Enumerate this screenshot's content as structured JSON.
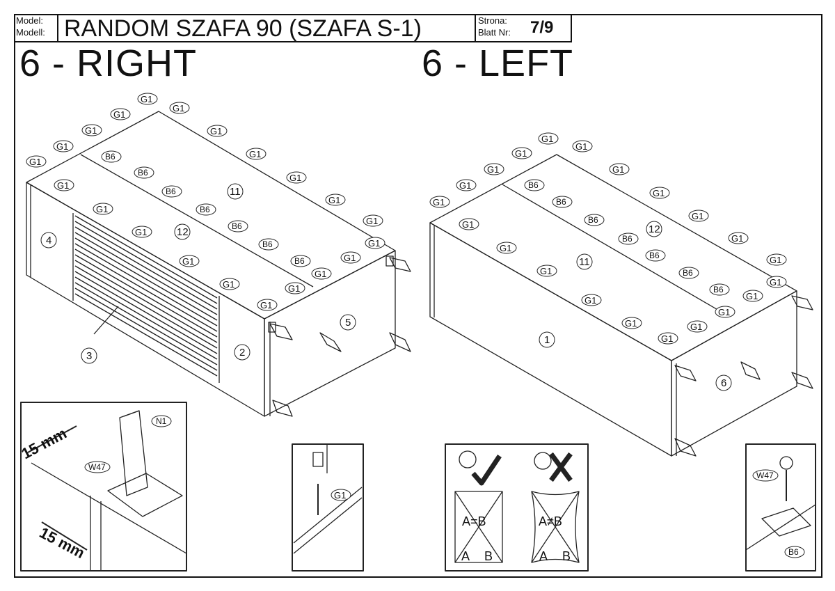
{
  "header": {
    "model_label_1": "Model:",
    "model_label_2": "Modell:",
    "model_title": "RANDOM SZAFA 90 (SZAFA S-1)",
    "page_label_1": "Strona:",
    "page_label_2": "Blatt Nr:",
    "page_number": "7/9"
  },
  "steps": {
    "right_title": "6 - RIGHT",
    "left_title": "6 - LEFT"
  },
  "parts": {
    "nail": "G1",
    "screw_plate": "B6",
    "leg": "N1",
    "screw": "W47"
  },
  "panels": {
    "top": "11",
    "back": "12",
    "side_left": "4",
    "door_slats": "3",
    "side_right": "2",
    "bottom": "5",
    "front_left": "1",
    "bottom_left": "6"
  },
  "detail": {
    "distance_1": "15 mm",
    "distance_2": "15 mm",
    "equal_label": "A=B",
    "not_equal_label": "A≠B",
    "corner_a": "A",
    "corner_b": "B"
  }
}
